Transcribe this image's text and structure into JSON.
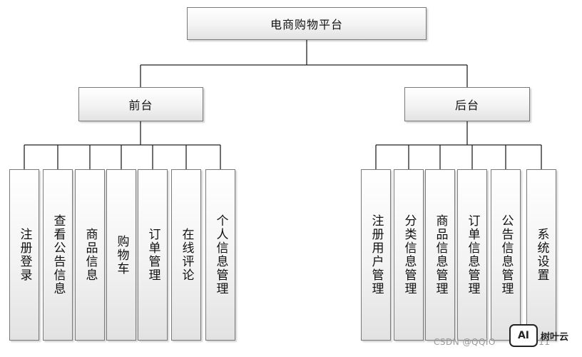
{
  "root": {
    "label": "电商购物平台"
  },
  "branches": [
    {
      "label": "前台",
      "children": [
        "注册登录",
        "查看公告信息",
        "商品信息",
        "购物车",
        "订单管理",
        "在线评论",
        "个人信息管理"
      ]
    },
    {
      "label": "后台",
      "children": [
        "注册用户管理",
        "分类信息管理",
        "商品信息管理",
        "订单信息管理",
        "公告信息管理",
        "系统设置"
      ]
    }
  ],
  "watermark": {
    "text": "CSDN @QQIO",
    "tail": "2211",
    "logo_text": "AI",
    "logo_label": "树叶云"
  }
}
